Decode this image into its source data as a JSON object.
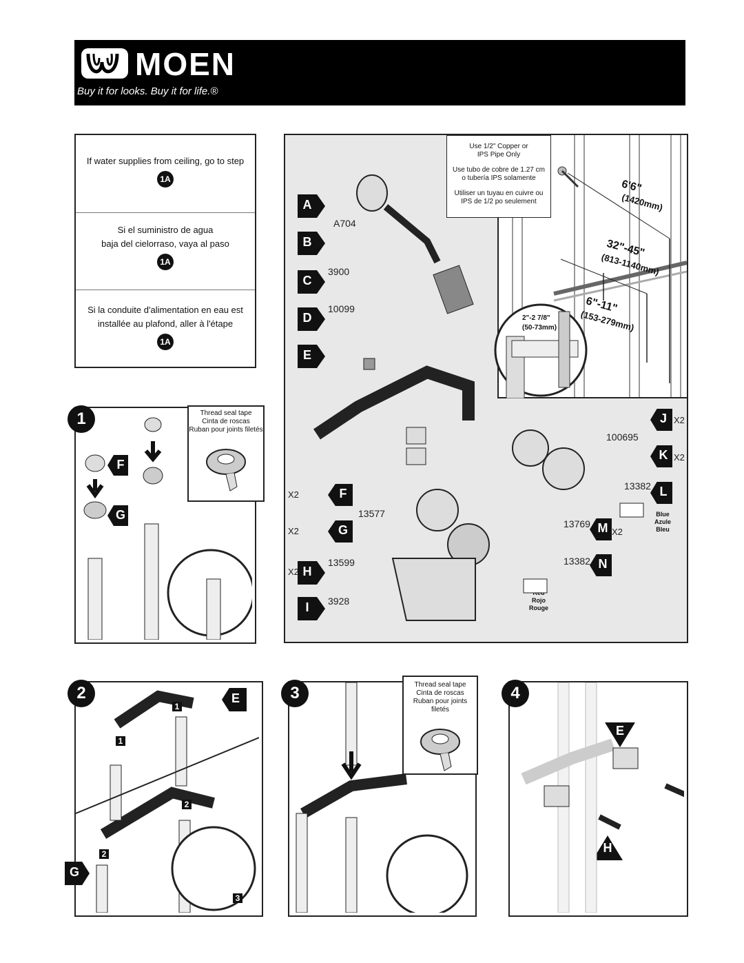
{
  "header": {
    "brand": "MOEN",
    "tagline": "Buy it for looks. Buy it for life.®"
  },
  "note": {
    "en": "If water supplies from ceiling, go to step",
    "es_line1": "Si el suministro de agua",
    "es_line2": "baja del cielorraso, vaya al paso",
    "fr_line1": "Si la conduite d'alimentation en eau est",
    "fr_line2": "installée au plafond, aller à l'étape",
    "step_ref": "1A"
  },
  "parts": {
    "supply_note_en_1": "Use 1/2\" Copper or",
    "supply_note_en_2": "IPS Pipe Only",
    "supply_note_es_1": "Use tubo de cobre de 1.27 cm",
    "supply_note_es_2": "o tubería IPS solamente",
    "supply_note_fr_1": "Utiliser un tuyau en cuivre ou",
    "supply_note_fr_2": "IPS de 1/2 po seulement",
    "labels": [
      "A",
      "B",
      "C",
      "D",
      "E",
      "F",
      "G",
      "H",
      "I",
      "J",
      "K",
      "L",
      "M",
      "N"
    ],
    "num_ab": "A704",
    "num_c": "3900",
    "num_d": "10099",
    "num_fg": "13577",
    "num_h": "13599",
    "num_i": "3928",
    "num_jk": "100695",
    "num_l": "13382",
    "num_m": "13769",
    "num_n": "13382",
    "x2": "X2",
    "blue_en": "Blue",
    "blue_es": "Azule",
    "blue_fr": "Bleu",
    "red_en": "Red",
    "red_es": "Rojo",
    "red_fr": "Rouge",
    "dim1_ft": "6'6\"",
    "dim1_mm": "(1420mm)",
    "dim2_in": "32\"-45\"",
    "dim2_mm": "(813-1140mm)",
    "dim3_in": "6\"-11\"",
    "dim3_mm": "(153-279mm)",
    "dim4_in": "2\"-2 7/8\"",
    "dim4_mm": "(50-73mm)"
  },
  "tape": {
    "en": "Thread seal tape",
    "es": "Cinta de roscas",
    "fr": "Ruban pour joints filetés"
  },
  "steps": {
    "s1": "1",
    "s2": "2",
    "s3": "3",
    "s4": "4",
    "s1_f": "F",
    "s1_g": "G",
    "s2_e": "E",
    "s2_g": "G",
    "sub1": "1",
    "sub2": "2",
    "sub3": "3",
    "s4_e": "E",
    "s4_h": "H"
  }
}
